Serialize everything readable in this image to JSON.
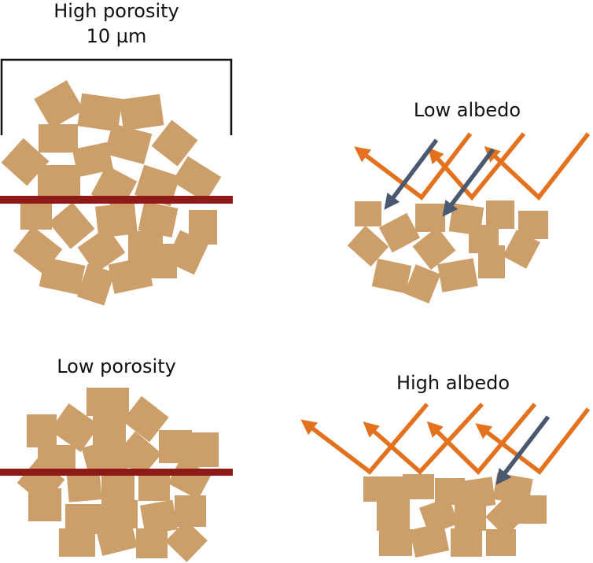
{
  "labels": {
    "high_porosity": "High porosity",
    "scale": "10 µm",
    "low_porosity": "Low porosity",
    "low_albedo": "Low albedo",
    "high_albedo": "High albedo"
  },
  "colors": {
    "grain": "#CC9E69",
    "section_line": "#8E1A17",
    "reflected_ray": "#E4711E",
    "absorbed_ray": "#4A5870",
    "scale_bar": "#111111"
  }
}
